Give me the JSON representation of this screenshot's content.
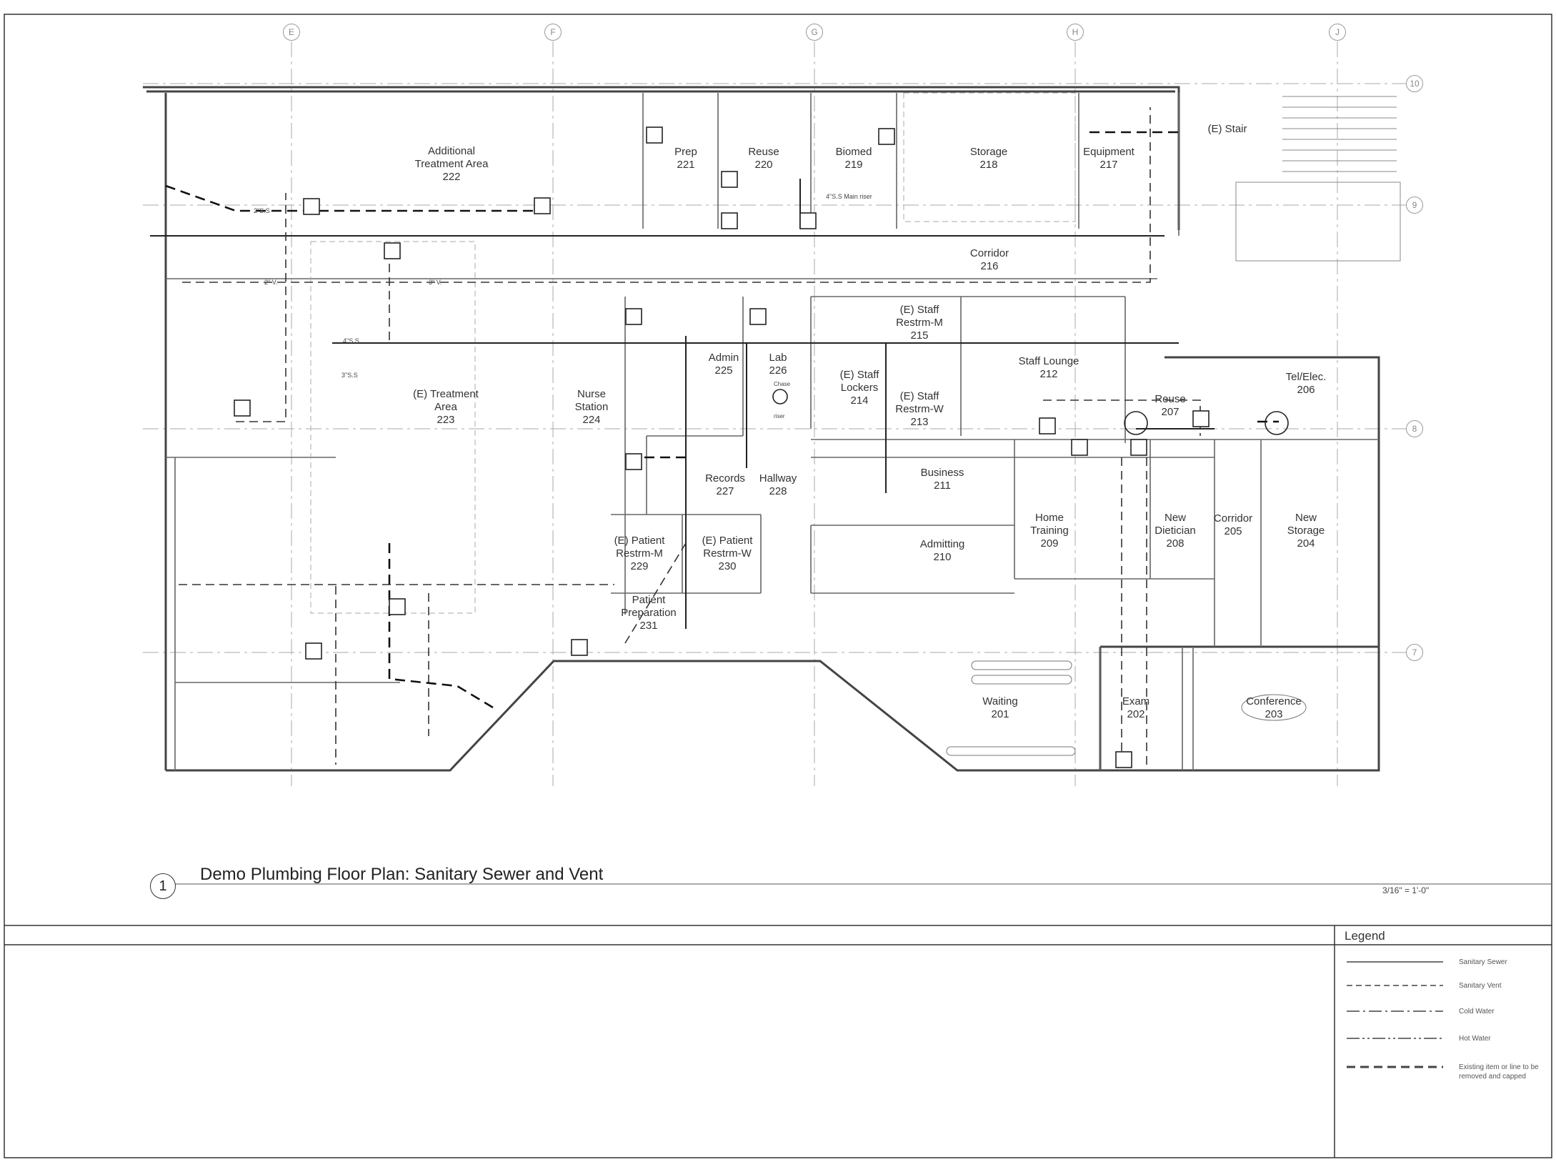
{
  "sheet": {
    "title": "Demo Plumbing Floor Plan: Sanitary Sewer and Vent",
    "detail_number": "1",
    "scale": "3/16\" = 1'-0\""
  },
  "grid": {
    "columns": [
      "E",
      "F",
      "G",
      "H",
      "J"
    ],
    "rows": [
      "10",
      "9",
      "8",
      "7"
    ]
  },
  "rooms": [
    {
      "name": "Additional\nTreatment Area",
      "number": "222"
    },
    {
      "name": "Prep",
      "number": "221"
    },
    {
      "name": "Reuse",
      "number": "220"
    },
    {
      "name": "Biomed",
      "number": "219"
    },
    {
      "name": "Storage",
      "number": "218"
    },
    {
      "name": "Equipment",
      "number": "217"
    },
    {
      "name": "(E) Stair",
      "number": ""
    },
    {
      "name": "Corridor",
      "number": "216"
    },
    {
      "name": "(E) Staff\nRestrm-M",
      "number": "215"
    },
    {
      "name": "(E) Staff\nLockers",
      "number": "214"
    },
    {
      "name": "(E) Staff\nRestrm-W",
      "number": "213"
    },
    {
      "name": "Staff Lounge",
      "number": "212"
    },
    {
      "name": "Admin",
      "number": "225"
    },
    {
      "name": "Lab",
      "number": "226"
    },
    {
      "name": "Nurse\nStation",
      "number": "224"
    },
    {
      "name": "(E) Treatment\nArea",
      "number": "223"
    },
    {
      "name": "Reuse",
      "number": "207"
    },
    {
      "name": "Tel/Elec.",
      "number": "206"
    },
    {
      "name": "Records",
      "number": "227"
    },
    {
      "name": "Hallway",
      "number": "228"
    },
    {
      "name": "Business",
      "number": "211"
    },
    {
      "name": "Admitting",
      "number": "210"
    },
    {
      "name": "Home\nTraining",
      "number": "209"
    },
    {
      "name": "New\nDietician",
      "number": "208"
    },
    {
      "name": "Corridor",
      "number": "205"
    },
    {
      "name": "New\nStorage",
      "number": "204"
    },
    {
      "name": "(E) Patient\nRestrm-M",
      "number": "229"
    },
    {
      "name": "(E) Patient\nRestrm-W",
      "number": "230"
    },
    {
      "name": "Patient\nPreparation",
      "number": "231"
    },
    {
      "name": "Waiting",
      "number": "201"
    },
    {
      "name": "Exam",
      "number": "202"
    },
    {
      "name": "Conference",
      "number": "203"
    }
  ],
  "pipe_notes": [
    "2\"S.S",
    "3\"S.S",
    "4\"S.S",
    "2\" V.",
    "3\" V.",
    "4\"S.S Main riser",
    "Chase",
    "riser"
  ],
  "legend": {
    "title": "Legend",
    "items": [
      {
        "label": "Sanitary Sewer",
        "style": "solid"
      },
      {
        "label": "Sanitary Vent",
        "style": "dashed"
      },
      {
        "label": "Cold Water",
        "style": "dash-dot"
      },
      {
        "label": "Hot Water",
        "style": "dash-dot-dot"
      },
      {
        "label": "Existing item or line to be removed and capped",
        "style": "heavy-dashed"
      }
    ]
  }
}
